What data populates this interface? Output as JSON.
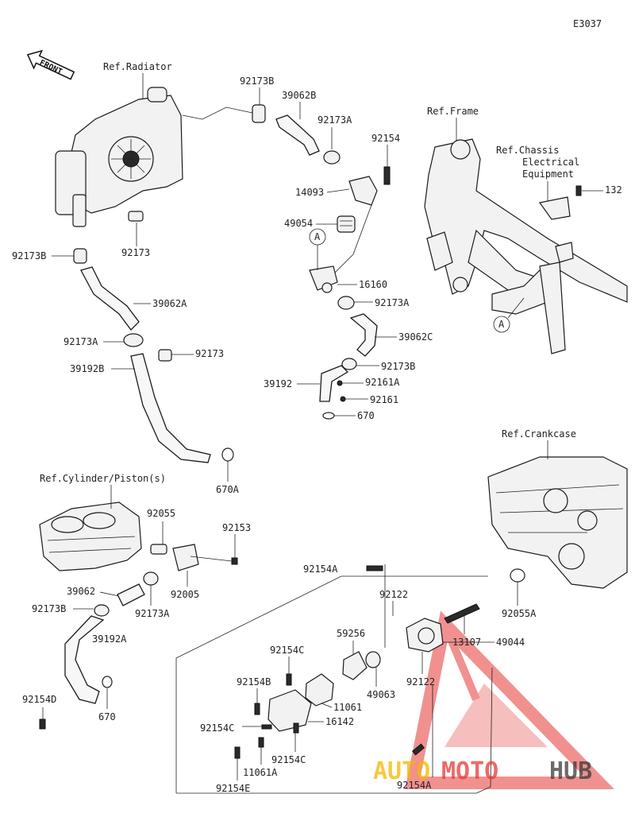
{
  "diagram_code": "E3037",
  "front_label": "FRONT",
  "ref_labels": {
    "radiator": "Ref.Radiator",
    "frame": "Ref.Frame",
    "chassis_line1": "Ref.Chassis",
    "chassis_line2": "Electrical",
    "chassis_line3": "Equipment",
    "crankcase": "Ref.Crankcase",
    "cylinder": "Ref.Cylinder/Piston(s)"
  },
  "callout_letter": "A",
  "watermark": {
    "part1": "AUTO",
    "part2": "MOTO",
    "part3": "HUB"
  },
  "parts": {
    "p92173B_top": "92173B",
    "p39062B": "39062B",
    "p92173A_top": "92173A",
    "p92154": "92154",
    "p14093": "14093",
    "p49054": "49054",
    "p16160": "16160",
    "p92173A_mid": "92173A",
    "p39062C": "39062C",
    "p92173B_mid": "92173B",
    "p39192_mid": "39192",
    "p92161A": "92161A",
    "p92161": "92161",
    "p670_mid": "670",
    "p132": "132",
    "p92173B_left": "92173B",
    "p92173_rad": "92173",
    "p39062A": "39062A",
    "p92173A_left": "92173A",
    "p92173_left": "92173",
    "p39192B": "39192B",
    "p670A": "670A",
    "p92055": "92055",
    "p92153": "92153",
    "p92005": "92005",
    "p39062": "39062",
    "p92173B_low": "92173B",
    "p92173A_low": "92173A",
    "p39192A": "39192A",
    "p92154D": "92154D",
    "p670_low": "670",
    "p92154A_top": "92154A",
    "p92122_top": "92122",
    "p92055A": "92055A",
    "p59256": "59256",
    "p13107": "13107",
    "p49044": "49044",
    "p92154C_top": "92154C",
    "p49063": "49063",
    "p92122_right": "92122",
    "p92154B": "92154B",
    "p11061": "11061",
    "p92154C_left": "92154C",
    "p16142": "16142",
    "p92154C_bot": "92154C",
    "p11061A": "11061A",
    "p92154E": "92154E",
    "p92154A_bot": "92154A"
  },
  "colors": {
    "line": "#222222",
    "watermark_red": "#e53935",
    "watermark_yellow": "#f5b800",
    "watermark_dark": "#3a3a3a"
  }
}
